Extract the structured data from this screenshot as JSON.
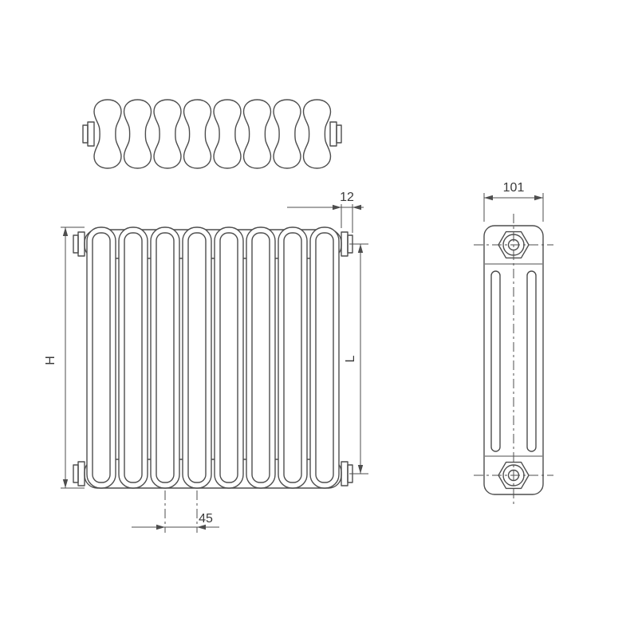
{
  "drawing": {
    "background": "#ffffff",
    "line_color": "#4d4d4d",
    "text_color": "#3a3a3a",
    "section_count": 8,
    "labels": {
      "tapping_offset": "12",
      "depth": "101",
      "height": "H",
      "tapping_distance": "L",
      "section_pitch": "45"
    }
  }
}
